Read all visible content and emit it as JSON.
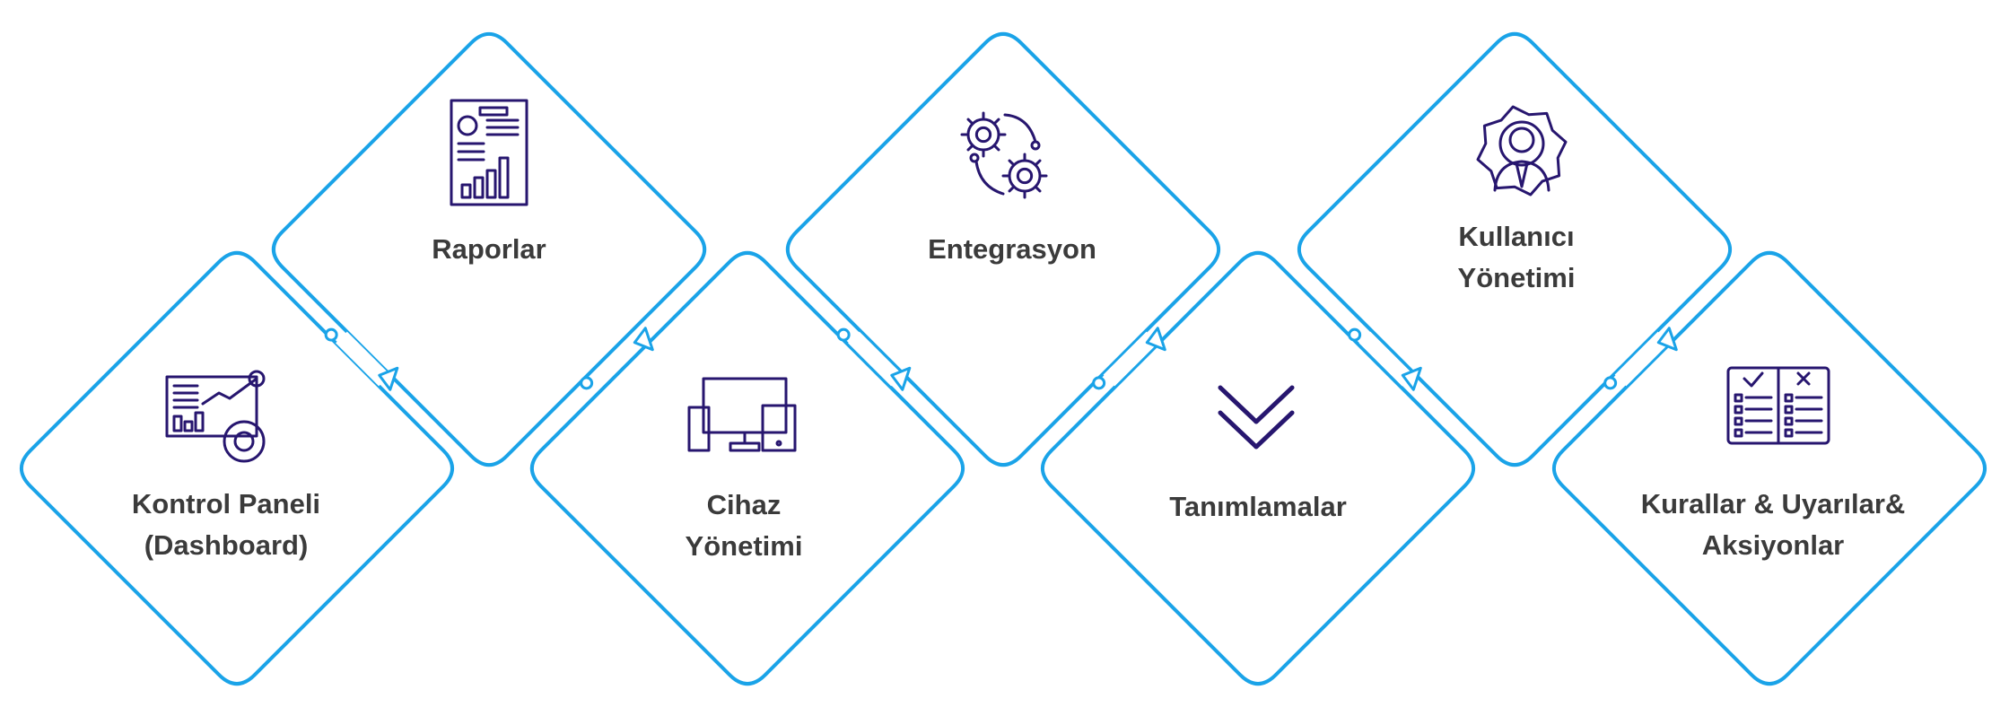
{
  "diagram": {
    "colors": {
      "outline": "#1aa3e8",
      "icon": "#27166f",
      "text": "#3b3b3b"
    },
    "modules": [
      {
        "id": "dashboard",
        "lines": [
          "Kontrol Paneli",
          "(Dashboard)"
        ],
        "icon": "dashboard-chart-icon"
      },
      {
        "id": "reports",
        "lines": [
          "Raporlar"
        ],
        "icon": "report-document-icon"
      },
      {
        "id": "devices",
        "lines": [
          "Cihaz",
          "Yönetimi"
        ],
        "icon": "devices-icon"
      },
      {
        "id": "integration",
        "lines": [
          "Entegrasyon"
        ],
        "icon": "gears-icon"
      },
      {
        "id": "definitions",
        "lines": [
          "Tanımlamalar"
        ],
        "icon": "double-chevron-down-icon"
      },
      {
        "id": "users",
        "lines": [
          "Kullanıcı",
          "Yönetimi"
        ],
        "icon": "user-gear-icon"
      },
      {
        "id": "rules",
        "lines": [
          "Kurallar & Uyarılar&",
          "Aksiyonlar"
        ],
        "icon": "checklist-icon"
      }
    ]
  }
}
